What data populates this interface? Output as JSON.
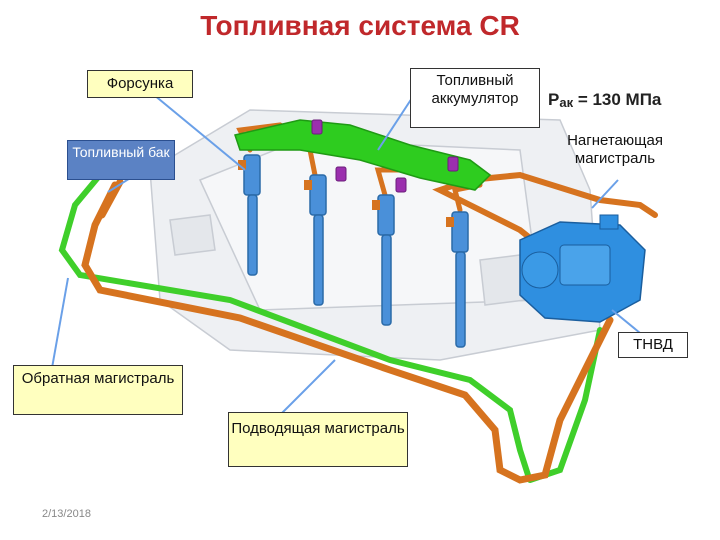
{
  "title": "Топливная система CR",
  "labels": {
    "injector": "Форсунка",
    "accumulator": "Топливный аккумулятор",
    "pressure_prefix": "P",
    "pressure_sub": "ак",
    "pressure_value": " = 130 МПа",
    "discharge_line": "Нагнетающая магистраль",
    "fuel_tank": "Топливный бак",
    "hp_pump": "ТНВД",
    "return_line": "Обратная магистраль",
    "supply_line": "Подводящая магистраль"
  },
  "date": "2/13/2018",
  "colors": {
    "title": "#c0282b",
    "rail": "#2ecc1f",
    "fuel_line": "#d6731f",
    "return_line": "#3fcf2a",
    "injector": "#4a90d9",
    "pump": "#2f8fe0",
    "tank_label_bg": "#5b82c4",
    "callout_bg": "#ffffbf",
    "pointer": "#6aa0e8"
  }
}
